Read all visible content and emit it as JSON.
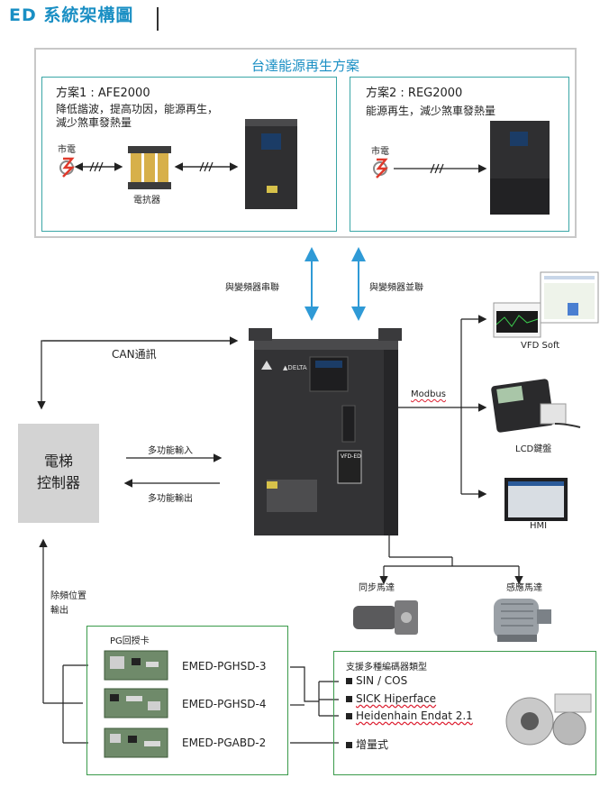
{
  "header": {
    "title": "ED 系統架構圖"
  },
  "regen": {
    "title": "台達能源再生方案",
    "scheme1": {
      "title": "方案1 : AFE2000",
      "desc_line1": "降低諧波，提高功因，能源再生，",
      "desc_line2": "減少煞車發熱量",
      "grid_label": "市電",
      "reactor_label": "電抗器"
    },
    "scheme2": {
      "title": "方案2 : REG2000",
      "desc": "能源再生，減少煞車發熱量",
      "grid_label": "市電"
    }
  },
  "connections": {
    "series": "與變頻器串聯",
    "parallel": "與變頻器並聯",
    "can": "CAN通訊",
    "modbus": "Modbus",
    "multi_in": "多功能輸入",
    "multi_out": "多功能輸出",
    "freq_out_line1": "除頻位置",
    "freq_out_line2": "輸出"
  },
  "controller": {
    "line1": "電梯",
    "line2": "控制器"
  },
  "drive": {
    "badge": "VFD-ED"
  },
  "peripherals": {
    "vfd_soft": "VFD Soft",
    "lcd": "LCD鍵盤",
    "hmi": "HMI"
  },
  "motors": {
    "sync": "同步馬達",
    "induction": "感應馬達"
  },
  "pg": {
    "title": "PG回授卡",
    "cards": [
      "EMED-PGHSD-3",
      "EMED-PGHSD-4",
      "EMED-PGABD-2"
    ]
  },
  "encoders": {
    "title": "支援多種編碼器類型",
    "items": [
      "SIN / COS",
      "SICK Hiperface",
      "Heidenhain Endat 2.1",
      "增量式"
    ]
  },
  "colors": {
    "accent": "#1a8fc4",
    "teal": "#3aa6a6",
    "green": "#3a9a4a",
    "arrow": "#2f9ad6"
  }
}
